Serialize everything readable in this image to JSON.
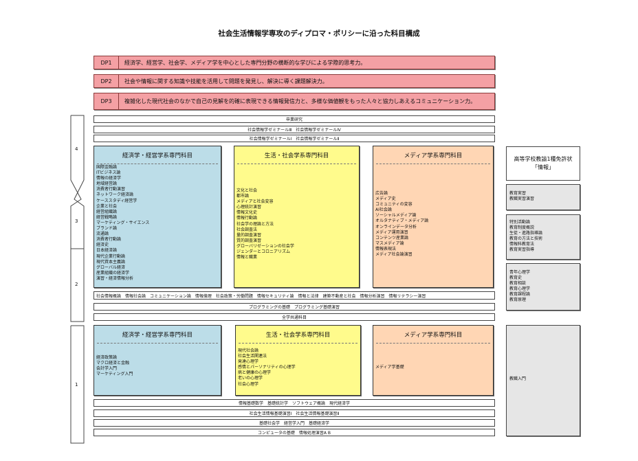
{
  "title": "社会生活情報学専攻のディプロマ・ポリシーに沿った科目構成",
  "dps": [
    {
      "code": "DP1",
      "text": "経済学、経営学、社会学、メディア学を中心とした専門分野の横断的な学びによる学際的思考力。"
    },
    {
      "code": "DP2",
      "text": "社会や情報に関する知識や技能を活用して問題を発見し、解決に導く課題解決力。"
    },
    {
      "code": "DP3",
      "text": "複雑化した現代社会のなかで自己の見解を的確に表現できる情報発信力と、多様な価値観をもった人々と協力しあえるコミュニケーション力。"
    }
  ],
  "years": [
    "4",
    "3",
    "2",
    "1"
  ],
  "top_bars": [
    "卒業研究",
    "社会情報学ゼミナールⅢ　社会情報学ゼミナールⅣ",
    "社会情報学ゼミナールⅠ　社会情報学ゼミナールⅡ"
  ],
  "upper": {
    "econ": {
      "header": "経済学・経営学系専門科目",
      "items": [
        "国際金融論",
        "ITビジネス論",
        "情報の経済学",
        "地域経営論",
        "消費者行動演習",
        "ネットワーク経済論",
        "ケーススタディ経営学",
        "企業と社会",
        "経営組織論",
        "経営戦略論",
        "マーケティング・サイエンス",
        "ブランド論",
        "流通論",
        "消費者行動論",
        "経済史",
        "日本経済論",
        "現代企業行動論",
        "現代資本主義論",
        "グローバル経済",
        "産業組織の経済学",
        "演習・経済情報分析"
      ]
    },
    "soc": {
      "header": "生活・社会学系専門科目",
      "items": [
        "文化と社会",
        "都市論",
        "メディアと社会変容",
        "心理統計演習",
        "情報文化史",
        "情報行動論",
        "社会学の理論と方法",
        "社会調査法",
        "量的調査演習",
        "質的調査演習",
        "グローバリゼーションの社会学",
        "ジェンダーとコロニアリズム",
        "情報と職業"
      ]
    },
    "media": {
      "header": "メディア学系専門科目",
      "items": [
        "広告論",
        "メディア史",
        "コミュニティの変容",
        "AI社会論",
        "ソーシャルメディア論",
        "オルタナティブ・メディア論",
        "オンラインデータ分析",
        "メディア運用演習",
        "コンテンツ産業論",
        "マスメディア論",
        "情報表現法",
        "メディア社会論演習"
      ]
    }
  },
  "mid_bars": [
    "社会情報概論　情報社会論　コミュニケーション論　情報倫理　社会政策・労働問題　情報セキュリティ論　情報と法律　建築不動産と社会　情報分析演習　情報リテラシー演習",
    "プログラミングの基礎　プログラミング基礎演習",
    "全学共通科目"
  ],
  "lower": {
    "econ": {
      "header": "経済学・経営学系専門科目",
      "items": [
        "経済政策論",
        "マクロ経済と金融",
        "会計学入門",
        "マーケティング入門"
      ]
    },
    "soc": {
      "header": "生活・社会学系専門科目",
      "items": [
        "現代社会論",
        "社会生活関連法",
        "発達心理学",
        "感情とパーソナリティの心理学",
        "病と健康の心理学",
        "老いの心理学",
        "社会心理学"
      ]
    },
    "media": {
      "header": "メディア学系専門科目",
      "items": [
        "メディア学基礎"
      ]
    }
  },
  "bottom_bars": [
    "情報基礎数学　基礎統計学　ソフトウェア概論　現代経済学",
    "社会生活情報基礎演習Ⅰ　社会生活情報基礎演習Ⅱ",
    "基礎社会学　経営学入門　基礎経済学",
    "コンピュータの基礎　情報処理演習A B"
  ],
  "license": {
    "line1": "高等学校教諭1種免許状",
    "line2": "「情報」"
  },
  "side_boxes": [
    {
      "items": [
        "教育実習",
        "教職実習演習"
      ]
    },
    {
      "items": [
        "特別活動論",
        "教育制度概説",
        "生徒・進路指導論",
        "教育の方法と技術",
        "情報科教育法",
        "教育実習指導"
      ]
    },
    {
      "items": [
        "青年心理学",
        "教育史",
        "教育相談",
        "教育心理学",
        "教育課程論",
        "教育原理"
      ]
    },
    {
      "items": [
        "教職入門"
      ]
    }
  ]
}
